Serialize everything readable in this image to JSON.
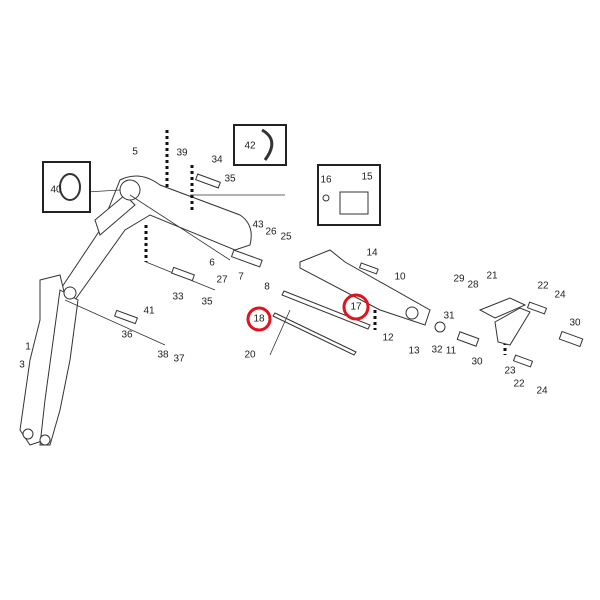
{
  "diagram": {
    "title": "Boom and arm parts diagram",
    "highlight_color": "#e0141e",
    "highlighted_parts": [
      "18",
      "17"
    ],
    "labels": [
      "5",
      "39",
      "42",
      "40",
      "34",
      "35",
      "16",
      "15",
      "43",
      "26",
      "25",
      "14",
      "10",
      "29",
      "21",
      "28",
      "22",
      "24",
      "6",
      "27",
      "7",
      "8",
      "33",
      "35",
      "41",
      "36",
      "38",
      "37",
      "18",
      "17",
      "20",
      "31",
      "12",
      "13",
      "32",
      "11",
      "30",
      "30",
      "23",
      "22",
      "24",
      "1",
      "3"
    ]
  }
}
